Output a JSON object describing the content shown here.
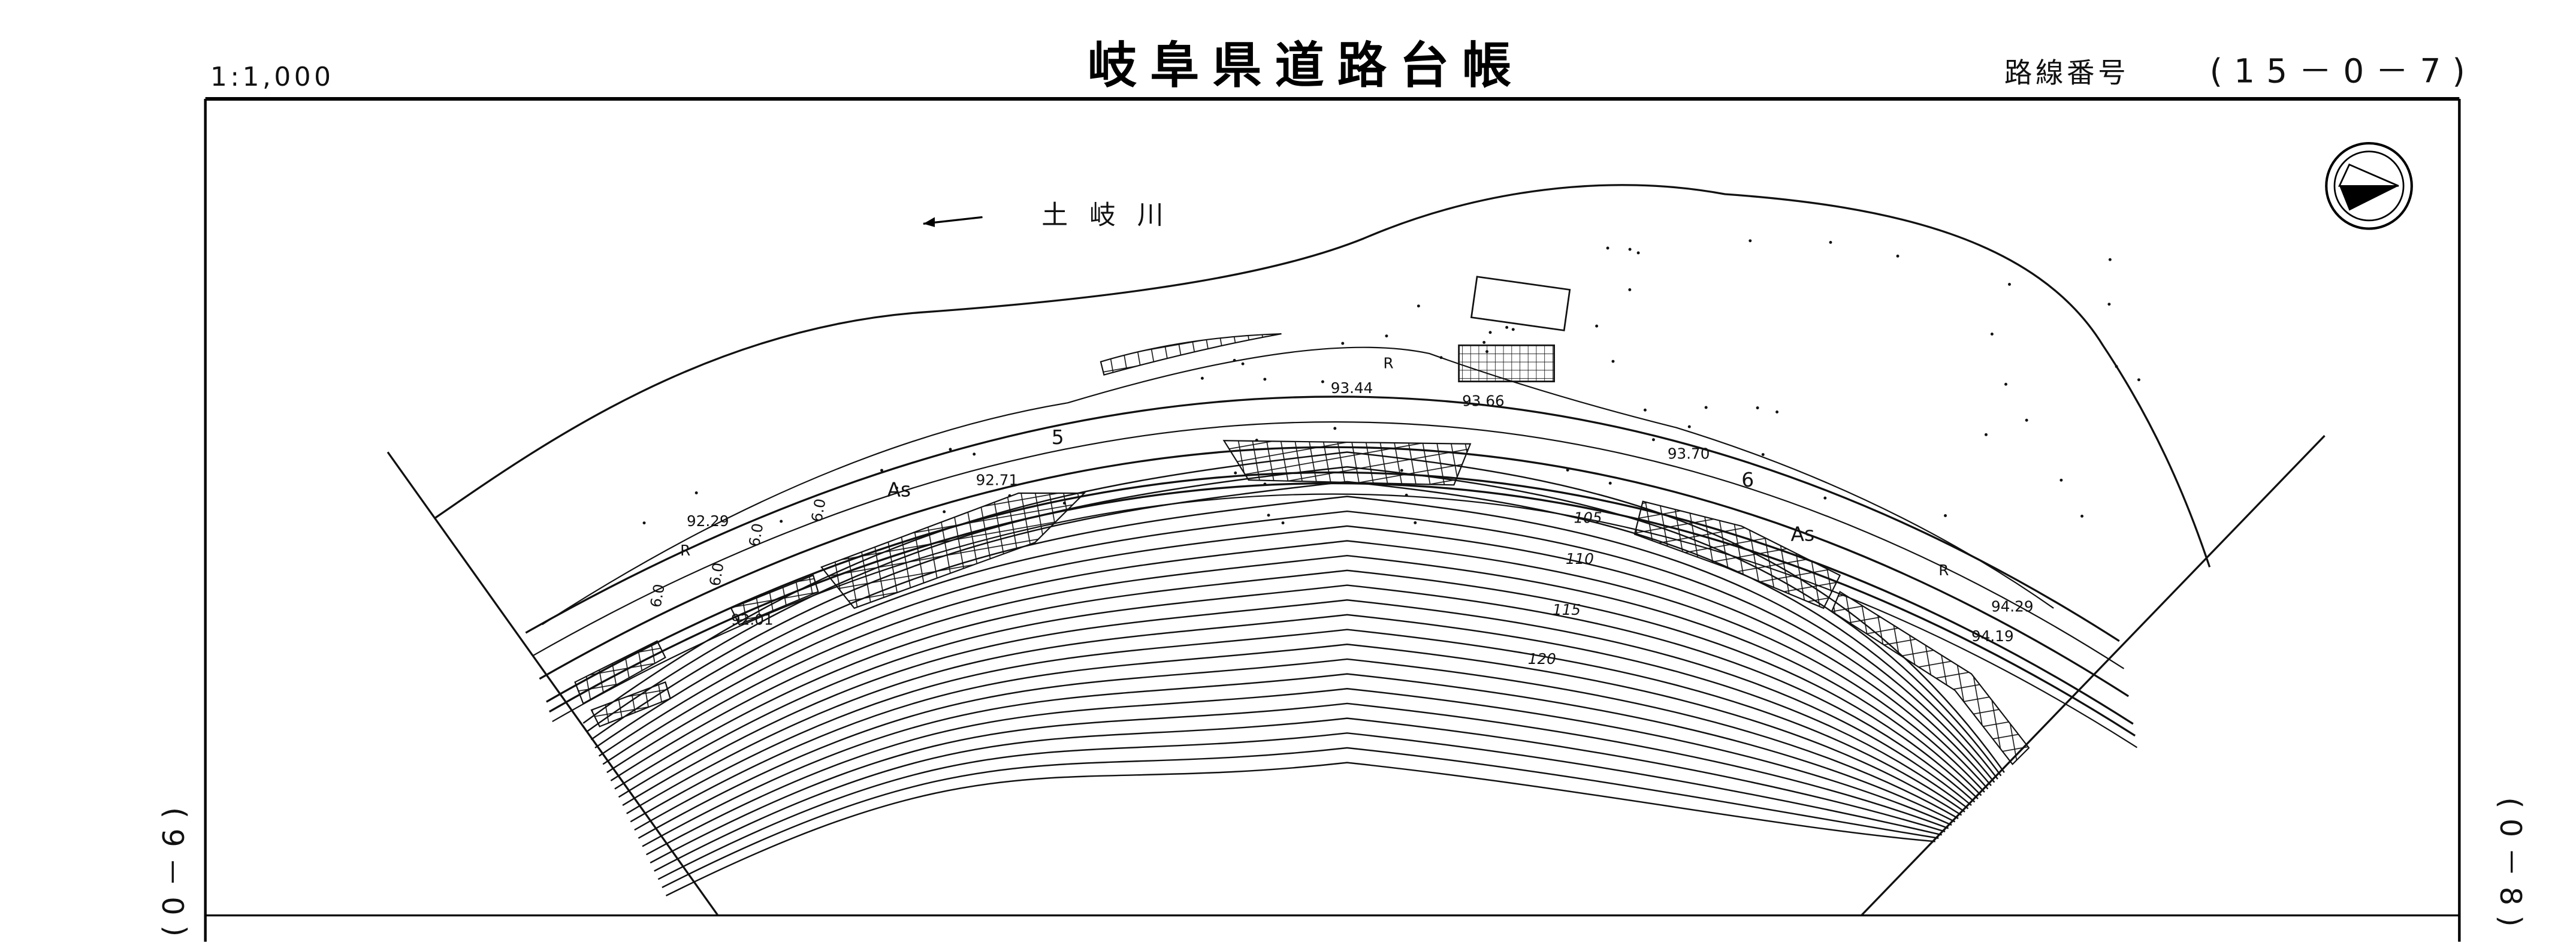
{
  "header": {
    "scale": "1:1,000",
    "title": "岐阜県道路台帳",
    "route_label": "路線番号",
    "route_number": "(15－0－7)"
  },
  "sheet_refs": {
    "left": "(0－6)",
    "right": "(0－8)"
  },
  "map": {
    "river_name": "土 岐 川",
    "river_flow_arrow": "arrow-left",
    "compass": "north-arrow-icon",
    "stations": [
      "5",
      "6"
    ],
    "surface_labels": [
      "As",
      "As"
    ],
    "r_labels": [
      "R",
      "R",
      "R"
    ],
    "elevations": [
      "93.44",
      "93.66",
      "93.70",
      "92.71",
      "92.29",
      "92.01",
      "94.29",
      "94.19"
    ],
    "widths": [
      "6.0",
      "6.0",
      "6.0",
      "6.0"
    ],
    "contours": [
      "105",
      "110",
      "115",
      "120"
    ]
  }
}
